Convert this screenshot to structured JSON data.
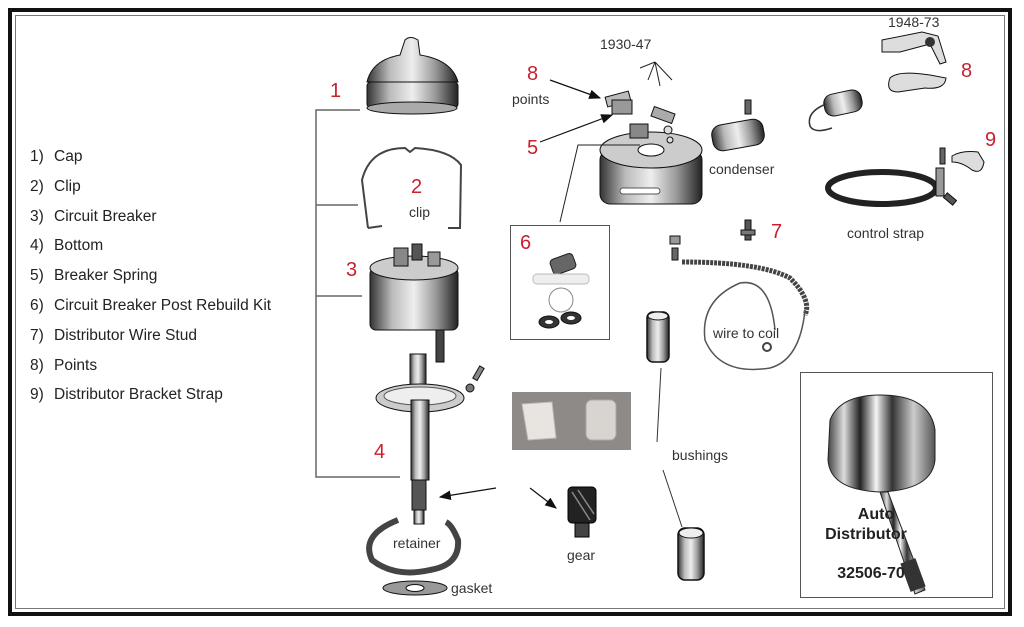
{
  "legend": {
    "items": [
      {
        "num": "1)",
        "label": "Cap"
      },
      {
        "num": "2)",
        "label": "Clip"
      },
      {
        "num": "3)",
        "label": "Circuit Breaker"
      },
      {
        "num": "4)",
        "label": "Bottom"
      },
      {
        "num": "5)",
        "label": "Breaker Spring"
      },
      {
        "num": "6)",
        "label": "Circuit Breaker Post Rebuild Kit"
      },
      {
        "num": "7)",
        "label": "Distributor Wire Stud"
      },
      {
        "num": "8)",
        "label": "Points"
      },
      {
        "num": "9)",
        "label": "Distributor Bracket Strap"
      }
    ]
  },
  "callouts": {
    "c1": "1",
    "c2": "2",
    "c3": "3",
    "c4": "4",
    "c5": "5",
    "c6": "6",
    "c7": "7",
    "c8a": "8",
    "c8b": "8",
    "c9": "9"
  },
  "labels": {
    "clip": "clip",
    "points": "points",
    "years_early": "1930-47",
    "years_late": "1948-73",
    "condenser": "condenser",
    "control_strap": "control strap",
    "wire_to_coil": "wire to coil",
    "bushings": "bushings",
    "retainer": "retainer",
    "gear": "gear",
    "gasket": "gasket"
  },
  "product": {
    "name_line1": "Auto",
    "name_line2": "Distributor",
    "part_number": "32506-70"
  },
  "colors": {
    "callout": "#c8202f",
    "frame": "#111111"
  }
}
